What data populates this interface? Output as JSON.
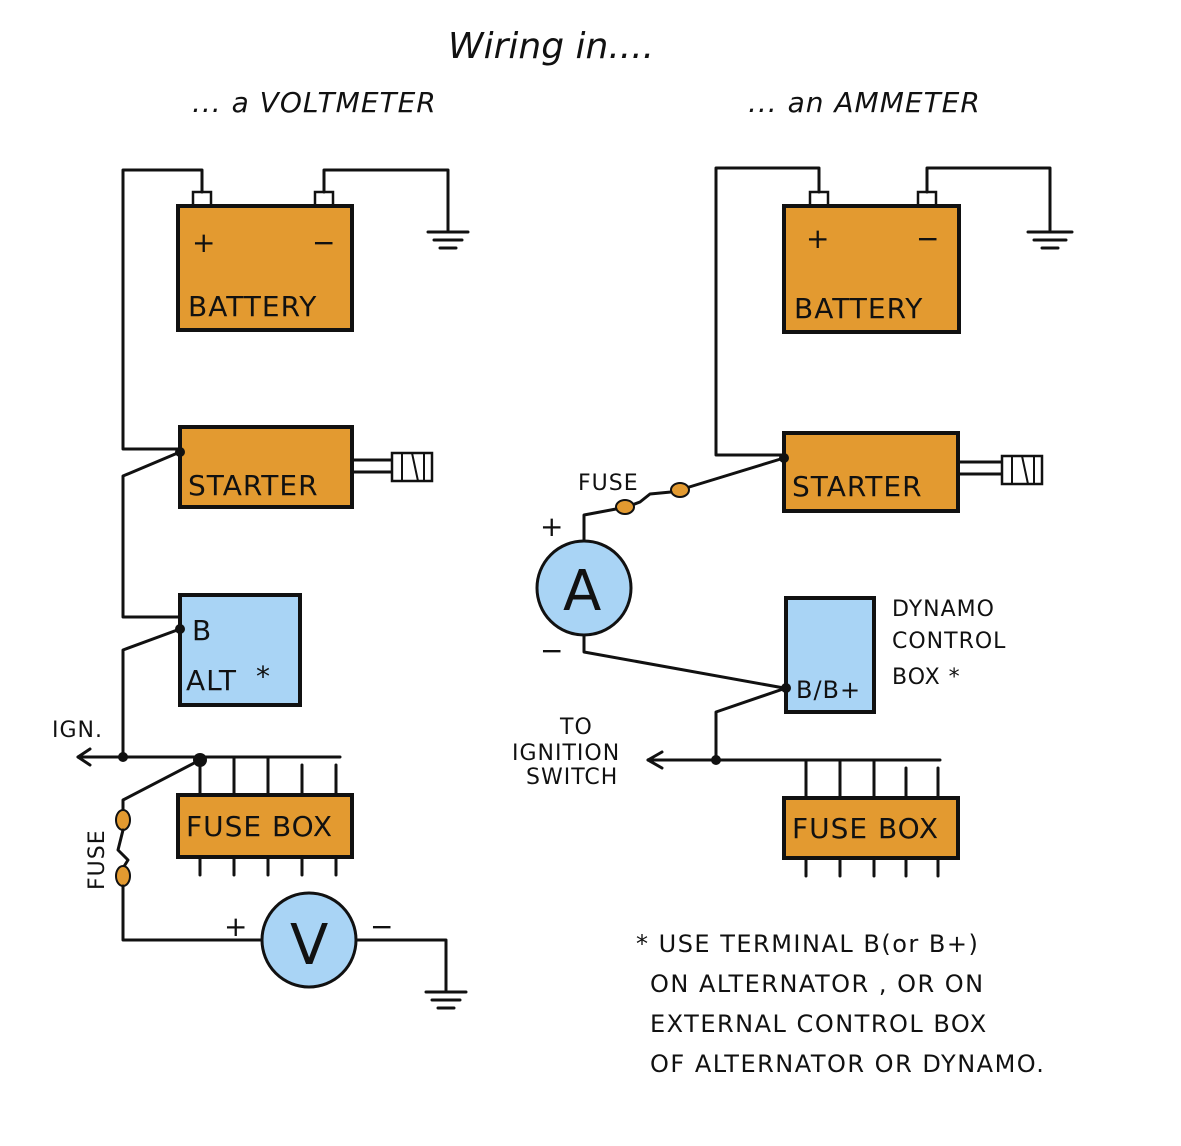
{
  "title": "Wiring in....",
  "voltmeter": {
    "heading": "... a VOLTMETER",
    "battery_label": "BATTERY",
    "battery_plus": "+",
    "battery_minus": "−",
    "starter_label": "STARTER",
    "alt_terminal": "B",
    "alt_label": "ALT",
    "alt_star": "*",
    "ign_label": "IGN.",
    "fusebox_label": "FUSE BOX",
    "fuse_label": "FUSE",
    "meter_letter": "V",
    "meter_plus": "+",
    "meter_minus": "−"
  },
  "ammeter": {
    "heading": "... an AMMETER",
    "battery_label": "BATTERY",
    "battery_plus": "+",
    "battery_minus": "−",
    "starter_label": "STARTER",
    "fuse_label": "FUSE",
    "meter_letter": "A",
    "meter_plus": "+",
    "meter_minus": "−",
    "control_terminal": "B/B+",
    "control_label_1": "DYNAMO",
    "control_label_2": "CONTROL",
    "control_label_3": "BOX *",
    "ignition_1": "TO",
    "ignition_2": "IGNITION",
    "ignition_3": "SWITCH",
    "fusebox_label": "FUSE BOX"
  },
  "note": {
    "line1": "* USE TERMINAL B(or B+)",
    "line2": "ON ALTERNATOR , OR ON",
    "line3": "EXTERNAL CONTROL BOX",
    "line4": "OF ALTERNATOR OR DYNAMO."
  },
  "colors": {
    "orange": "#e39a30",
    "blue": "#a9d4f5",
    "ink": "#111111"
  }
}
